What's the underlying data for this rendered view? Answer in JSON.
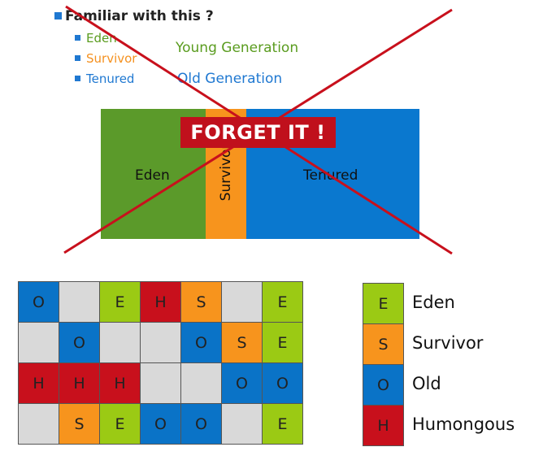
{
  "header": {
    "title": "Familiar with this ?",
    "items": [
      {
        "label": "Eden",
        "color": "#5a9c1f"
      },
      {
        "label": "Survivor",
        "color": "#f5911f"
      },
      {
        "label": "Tenured",
        "color": "#1f78d1"
      }
    ],
    "young_gen": "Young Generation",
    "old_gen": "Old Generation"
  },
  "memory_bar": {
    "eden": "Eden",
    "survivor": "Survivor",
    "tenured": "Tenured",
    "stamp": "FORGET IT !"
  },
  "region_colors": {
    "O": "#0a73c7",
    "E": "#9bca14",
    "H": "#c8101c",
    "S": "#f7941d",
    "empty": "#d9d9d9"
  },
  "region_grid": [
    [
      "O",
      "",
      "E",
      "H",
      "S",
      "",
      "E"
    ],
    [
      "",
      "O",
      "",
      "",
      "O",
      "S",
      "E"
    ],
    [
      "H",
      "H",
      "H",
      "",
      "",
      "O",
      "O"
    ],
    [
      "",
      "S",
      "E",
      "O",
      "O",
      "",
      "E"
    ]
  ],
  "legend": [
    {
      "code": "E",
      "label": "Eden"
    },
    {
      "code": "S",
      "label": "Survivor"
    },
    {
      "code": "O",
      "label": "Old"
    },
    {
      "code": "H",
      "label": "Humongous"
    }
  ]
}
